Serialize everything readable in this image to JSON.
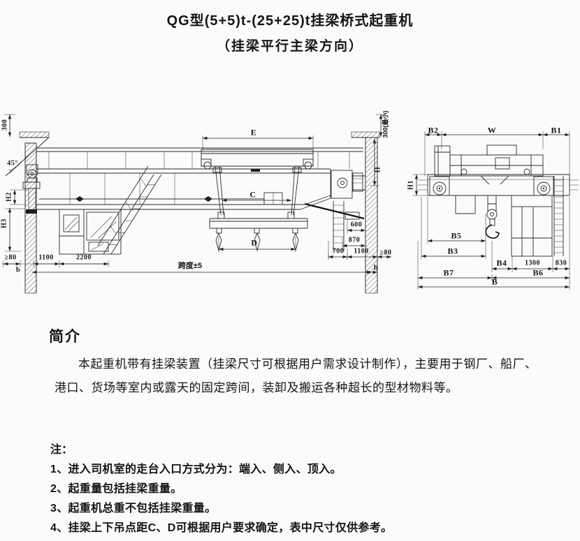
{
  "page": {
    "title": "QG型(5+5)t-(25+25)t挂梁桥式起重机",
    "subtitle": "（挂梁平行主梁方向）"
  },
  "intro": {
    "heading": "简介",
    "lines": [
      "本起重机带有挂梁装置（挂梁尺寸可根据用户需求设计制作），主要用于钢厂、船厂、",
      "港口、货场等室内或露天的固定跨间，装卸及搬运各种超长的型材物料等。"
    ]
  },
  "notes": {
    "heading": "注：",
    "items": [
      "1、进入司机室的走台入口方式分为：端入、侧入、顶入。",
      "2、起重量包括挂梁重量。",
      "3、起重机总重不包括挂梁重量。",
      "4、挂梁上下吊点距C、D可根据用户要求确定，表中尺寸仅供参考。"
    ]
  },
  "front_view": {
    "labels": {
      "clearance_300": "300",
      "angle_45": "45°",
      "dim_E": "E",
      "dim_C": "C",
      "dim_D": "D",
      "dim_H2": "H2",
      "dim_H3": "H3",
      "left_ge80": "≥80",
      "left_b": "b",
      "left_1100": "1100",
      "left_2200": "2200",
      "span": "跨度±5",
      "right_600": "600",
      "right_870": "870",
      "right_700": "700",
      "right_1100": "1100",
      "right_ge80": "≥80",
      "right_b": "b",
      "right_300min": "300(最小)",
      "dim_H": "H"
    }
  },
  "end_view": {
    "labels": {
      "dim_B2": "B2",
      "dim_W": "W",
      "dim_B1": "B1",
      "dim_H1": "H1",
      "dim_B5": "B5",
      "dim_B3": "B3",
      "dim_B4": "B4",
      "dim_1300": "1300",
      "dim_830": "830",
      "dim_B7": "B7",
      "dim_B6": "B6",
      "dim_B": "B"
    }
  }
}
